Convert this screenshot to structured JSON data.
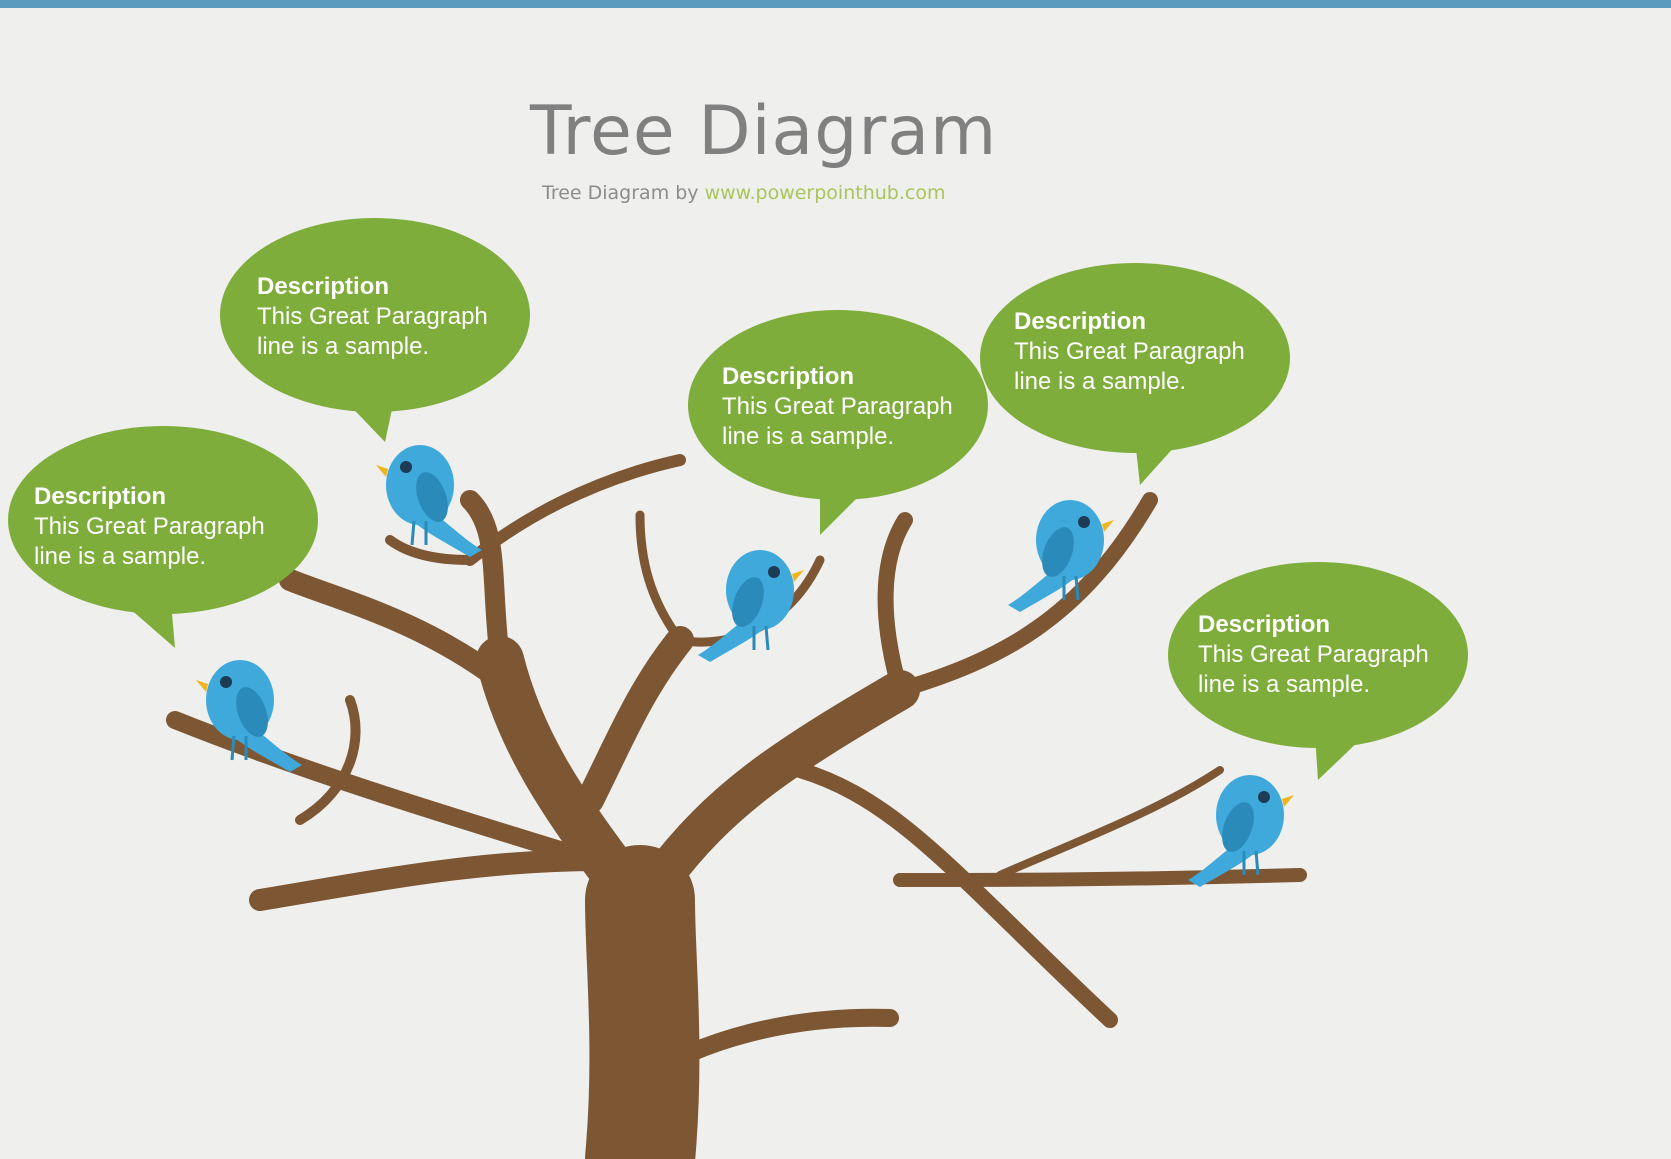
{
  "title": "Tree Diagram",
  "subtitle": {
    "prefix": "Tree Diagram by",
    "link": "www.powerpointhub.com"
  },
  "bubbles": [
    {
      "heading": "Description",
      "line1": "This Great Paragraph",
      "line2": "line is a sample."
    },
    {
      "heading": "Description",
      "line1": "This Great Paragraph",
      "line2": "line is a sample."
    },
    {
      "heading": "Description",
      "line1": "This Great Paragraph",
      "line2": "line is a sample."
    },
    {
      "heading": "Description",
      "line1": "This Great Paragraph",
      "line2": "line is a sample."
    },
    {
      "heading": "Description",
      "line1": "This Great Paragraph",
      "line2": "line is a sample."
    }
  ],
  "colors": {
    "bubble": "#7fad3c",
    "trunk": "#7d5633",
    "bird": "#3fa9dc",
    "bird_wing": "#2a8ab9",
    "beak": "#f0b41c",
    "topbar": "#5b9bbd"
  }
}
